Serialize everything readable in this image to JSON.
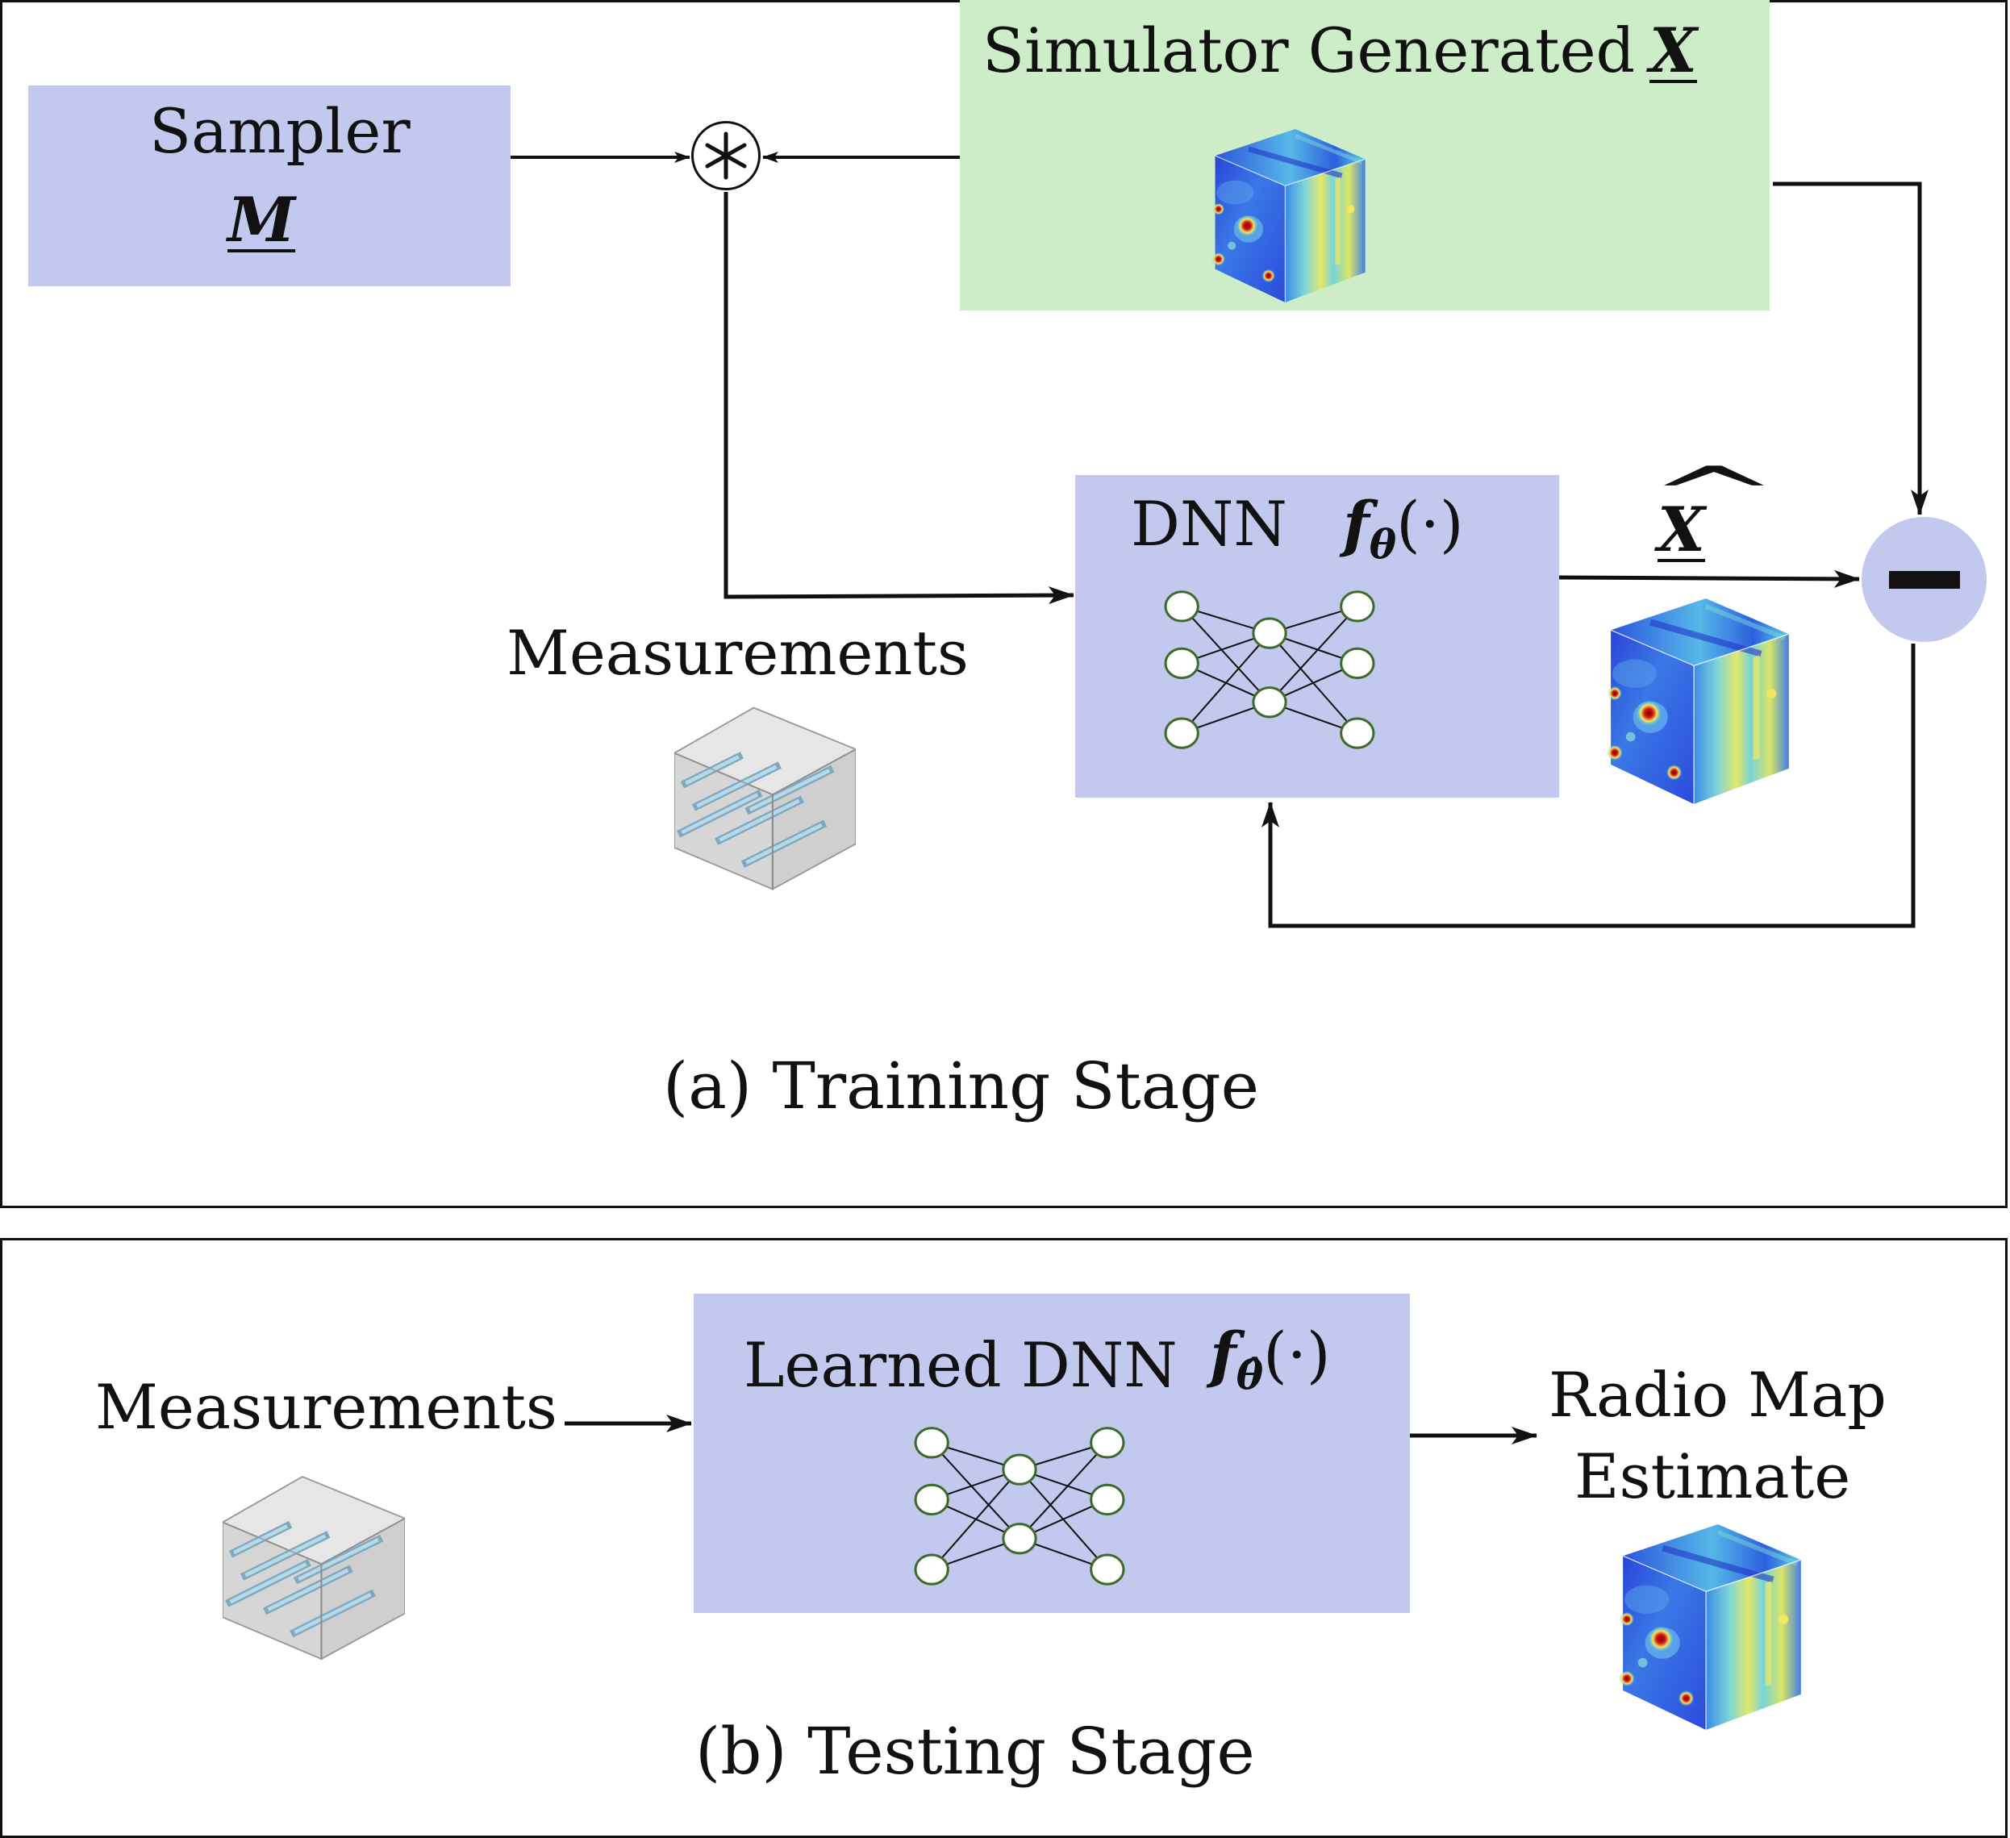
{
  "training": {
    "sampler_label": "Sampler",
    "sampler_symbol": "M",
    "simulator_label": "Simulator Generated",
    "simulator_symbol": "X",
    "operator_symbol": "⊛",
    "dnn_label": "DNN",
    "dnn_func_symbol": "f",
    "dnn_func_subscript": "θ",
    "dnn_func_arg": "(·)",
    "estimate_symbol": "X",
    "estimate_accent": "^",
    "measurements_label": "Measurements",
    "subtract_symbol": "−",
    "caption": "(a) Training Stage"
  },
  "testing": {
    "measurements_label": "Measurements",
    "dnn_label": "Learned DNN",
    "dnn_func_symbol": "f",
    "dnn_func_subscript": "θ̂",
    "dnn_func_arg": "(·)",
    "output_label_line1": "Radio Map",
    "output_label_line2": "Estimate",
    "caption": "(b) Testing Stage"
  },
  "colors": {
    "block_blue": "#c2c8ee",
    "block_green": "#cdedc8",
    "subtract_node": "#c2c8ee",
    "line": "#111111",
    "heatmap_low": "#2b4bdc",
    "heatmap_mid": "#5ad0e6",
    "heatmap_high": "#f0e85a",
    "heatmap_peak": "#d4161a",
    "measurement_cube": "#d9d9d9",
    "measurement_bar": "#9cc3d6",
    "nn_node_stroke": "#3c6b2a"
  },
  "icons": [
    "radio-map-cube-icon",
    "measurement-cube-icon",
    "neural-network-icon",
    "asterisk-operator-icon",
    "minus-node-icon"
  ]
}
